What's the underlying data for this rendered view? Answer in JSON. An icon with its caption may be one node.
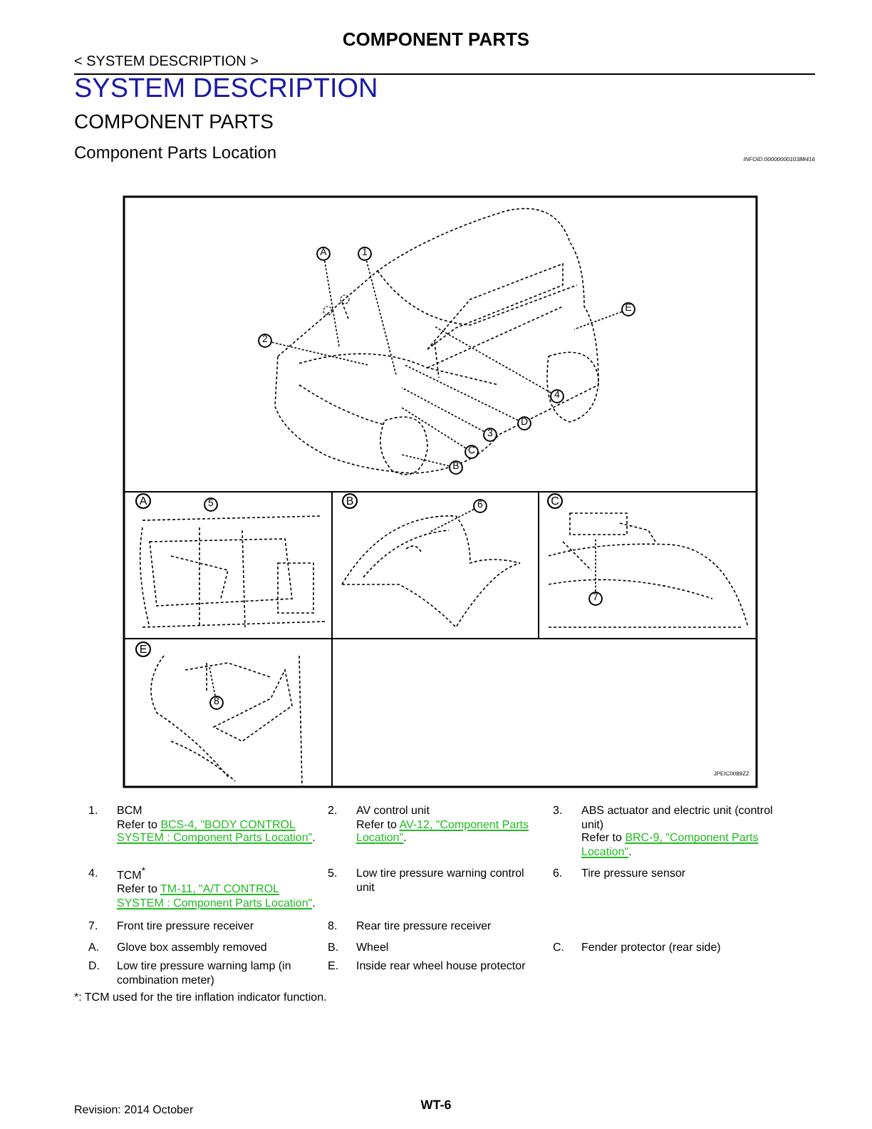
{
  "diagram": {
    "nodes": [
      {
        "text": [
          "A"
        ]
      },
      {
        "text": [
          "1"
        ]
      },
      {
        "text": [
          "2"
        ]
      },
      {
        "text": [
          "E"
        ]
      },
      {
        "text": [
          "4"
        ]
      },
      {
        "text": [
          "D"
        ]
      },
      {
        "text": [
          "3"
        ]
      },
      {
        "text": [
          "C"
        ]
      },
      {
        "text": [
          "B"
        ]
      },
      {
        "text": [
          "5"
        ]
      },
      {
        "text": [
          "6"
        ]
      },
      {
        "text": [
          "7"
        ]
      },
      {
        "text": [
          "8"
        ]
      }
    ],
    "edges": [
      {
        "from": 0,
        "to": null,
        "arrow": "none"
      },
      {
        "from": 1,
        "to": null,
        "arrow": "none"
      },
      {
        "from": 2,
        "to": null,
        "arrow": "none"
      },
      {
        "from": 3,
        "to": null,
        "arrow": "none"
      },
      {
        "from": 4,
        "to": null,
        "arrow": "none"
      },
      {
        "from": 5,
        "to": null,
        "arrow": "none"
      },
      {
        "from": 6,
        "to": null,
        "arrow": "none"
      },
      {
        "from": 7,
        "to": null,
        "arrow": "none"
      },
      {
        "from": 8,
        "to": null,
        "arrow": "none"
      },
      {
        "from": 10,
        "to": null,
        "arrow": "none"
      },
      {
        "from": 11,
        "to": null,
        "arrow": "none"
      },
      {
        "from": 12,
        "to": null,
        "arrow": "none"
      }
    ],
    "labels": [
      "COMPONENT PARTS",
      "< SYSTEM DESCRIPTION >",
      "SYSTEM DESCRIPTION",
      "COMPONENT PARTS",
      "Component Parts Location",
      "INFOID:0000000010388416",
      "A",
      "B",
      "C",
      "E",
      "JPEIC0089ZZ",
      "1.",
      "BCM",
      "Refer to",
      "BCS-4, \"BODY CONTROL SYSTEM : Component Parts Location\"",
      ".",
      "2.",
      "AV control unit",
      "Refer to",
      "AV-12, \"Component Parts Location\"",
      ".",
      "3.",
      "ABS actuator and electric unit (control unit)",
      "Refer to",
      "BRC-9, \"Component Parts Location\"",
      ".",
      "4.",
      "TCM$^{*}$",
      "Refer to",
      "TM-11, \"A/T CONTROL SYSTEM : Component Parts Location\"",
      ".",
      "5.",
      "Low tire pressure warning control unit",
      "6.",
      "Tire pressure sensor",
      "7.",
      "Front tire pressure receiver",
      "8.",
      "Rear tire pressure receiver",
      "A.",
      "Glove box assembly removed",
      "B.",
      "Wheel",
      "C.",
      "Fender protector (rear side)",
      "D.",
      "Low tire pressure warning lamp (in combination meter)",
      "E.",
      "Inside rear wheel house protector",
      "*: TCM used for the tire inflation indicator function.",
      "Revision: 2014 October",
      "WT-6"
    ]
  }
}
